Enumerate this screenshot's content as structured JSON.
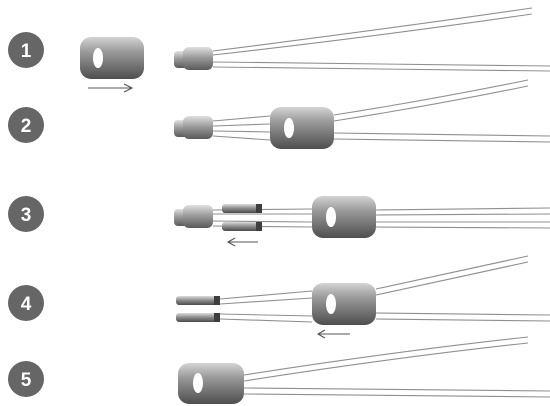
{
  "steps": [
    {
      "number": "1"
    },
    {
      "number": "2"
    },
    {
      "number": "3"
    },
    {
      "number": "4"
    },
    {
      "number": "5"
    }
  ],
  "colors": {
    "badge": "#666666",
    "sleeve_light": "#cfcfcf",
    "sleeve_dark": "#5a5a5a",
    "tip_light": "#d8d8d8",
    "tip_dark": "#6b6b6b",
    "wire": "#8f8f8f",
    "arrow": "#555555"
  },
  "icons": {
    "badge": "numbered-circle",
    "slider": "cord-lock-slider",
    "tip": "cord-end-tip",
    "arrow": "direction-arrow"
  }
}
